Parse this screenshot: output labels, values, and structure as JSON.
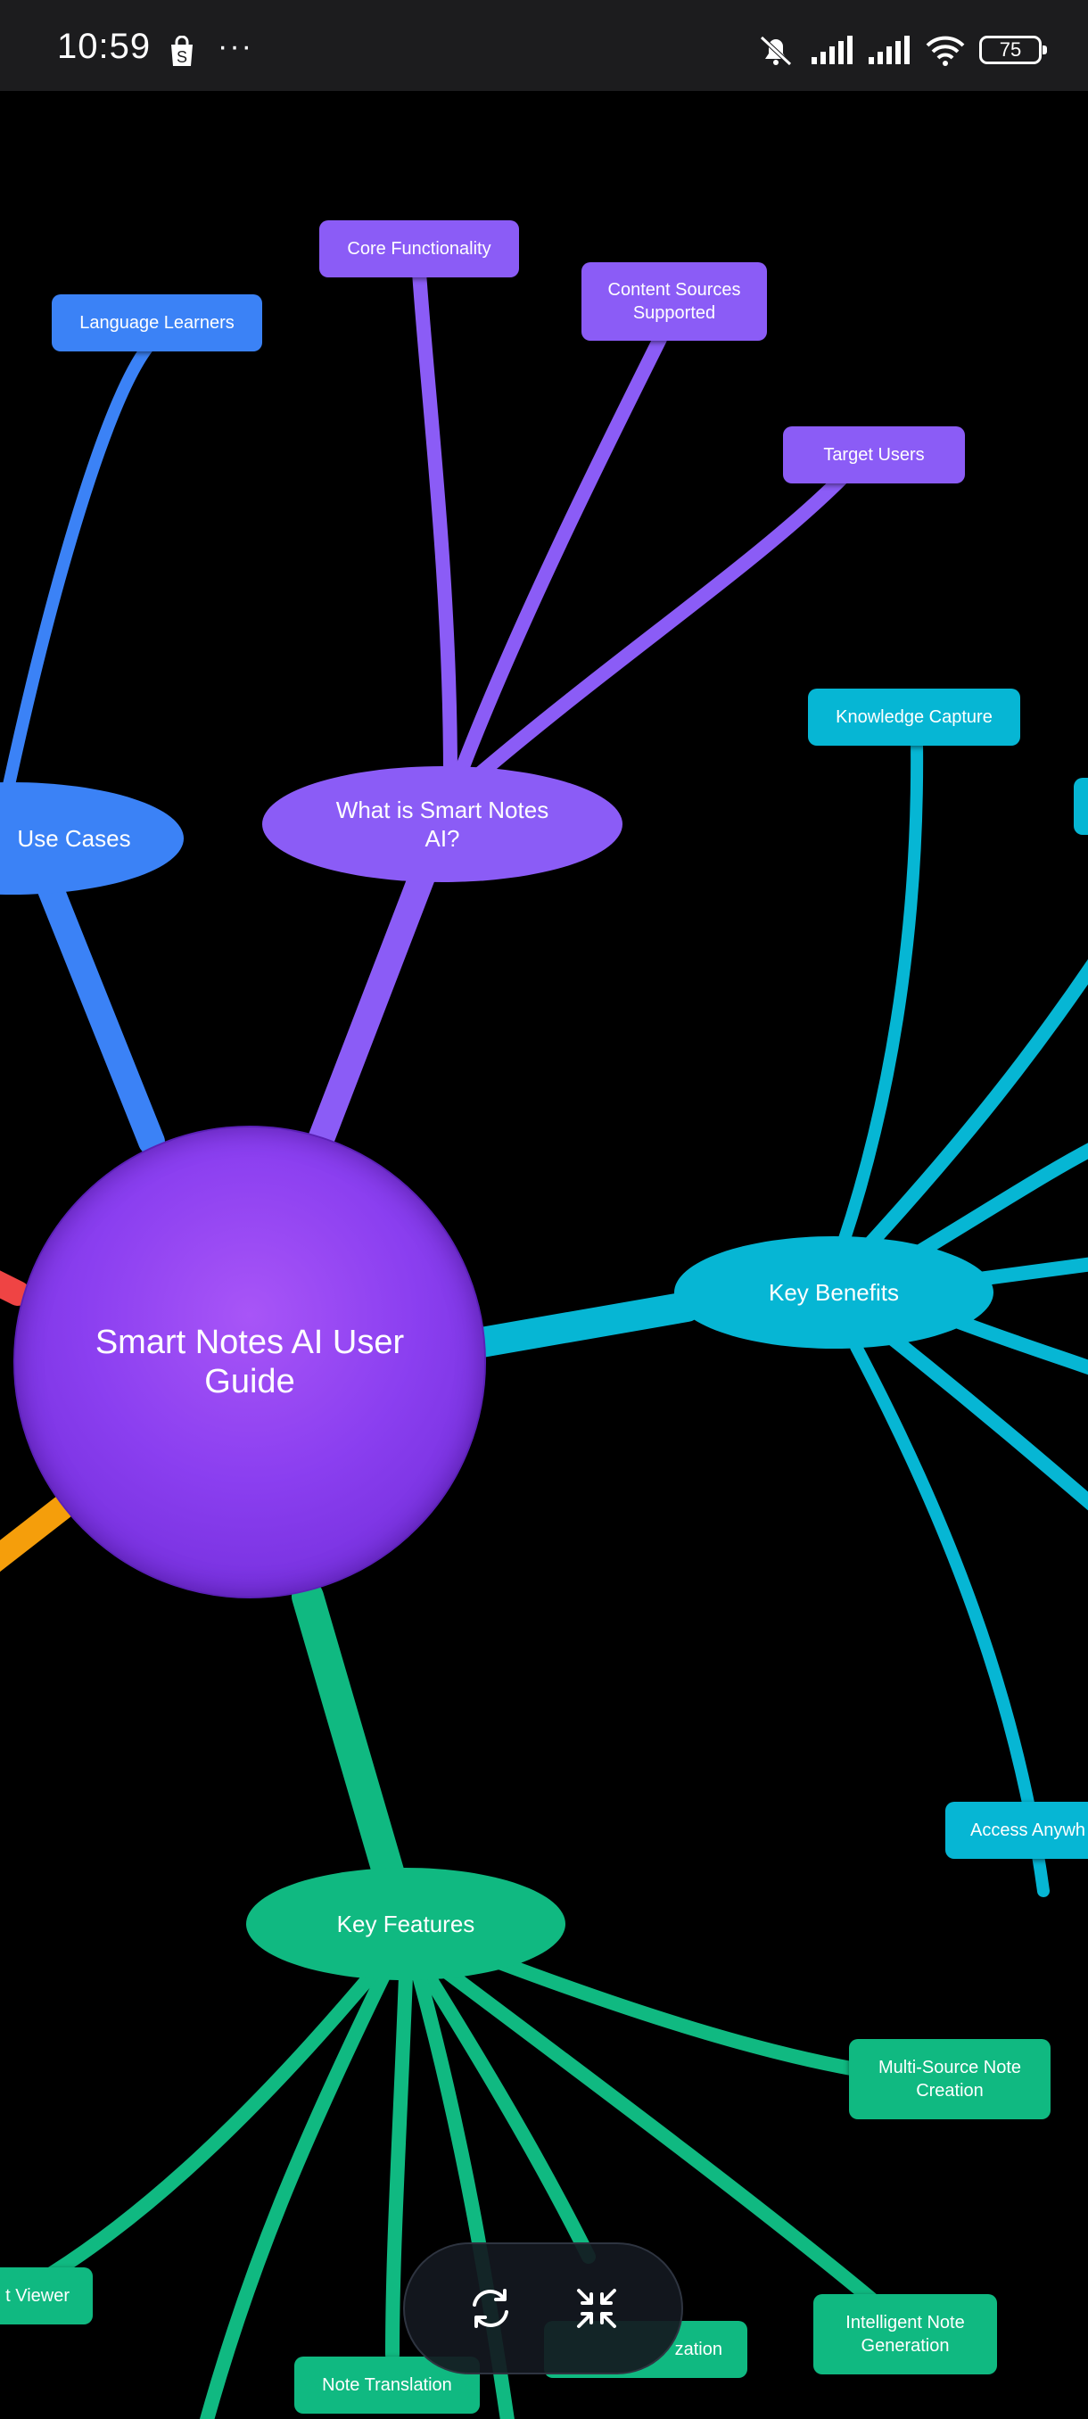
{
  "status_bar": {
    "time": "10:59",
    "more": "···",
    "battery": "75",
    "icons": [
      "shopping-bag-icon",
      "more-dots-icon",
      "muted-bell-icon",
      "signal-icon",
      "signal-icon",
      "wifi-icon",
      "battery-icon"
    ]
  },
  "mindmap": {
    "center": "Smart Notes AI User Guide",
    "branches": {
      "what_is": {
        "label": "What is Smart Notes AI?",
        "children": [
          "Core Functionality",
          "Content Sources Supported",
          "Target Users"
        ]
      },
      "use_cases": {
        "label": "Use Cases",
        "children": [
          "Language Learners"
        ]
      },
      "key_benefits": {
        "label": "Key Benefits",
        "children": [
          "Knowledge Capture",
          "Access Anywh"
        ]
      },
      "key_features": {
        "label": "Key Features",
        "children": [
          "Multi-Source Note Creation",
          "Intelligent Note Generation",
          "Note Translation",
          "zation",
          "t Viewer"
        ]
      }
    },
    "colors": {
      "purple": "#8b5cf6",
      "blue": "#3b82f6",
      "cyan": "#06b6d4",
      "green": "#10b981",
      "red": "#ef4444",
      "orange": "#f59e0b"
    }
  },
  "toolbar": {
    "icons": [
      "refresh-icon",
      "collapse-icon"
    ]
  }
}
